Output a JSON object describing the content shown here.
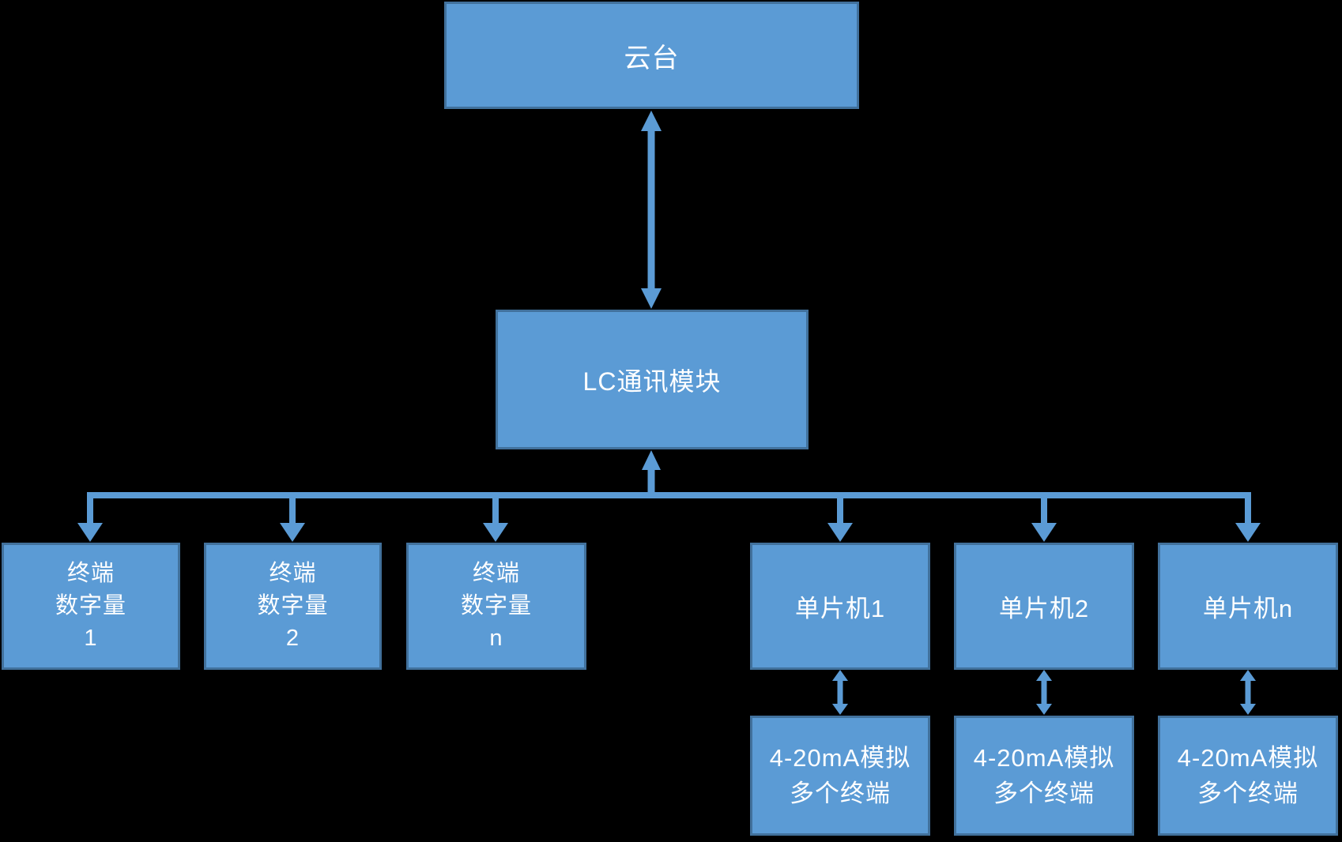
{
  "colors": {
    "background": "#000000",
    "box_fill": "#5B9BD5",
    "box_border": "#41719C",
    "connector": "#5B9BD5",
    "text": "#FFFFFF"
  },
  "diagram": {
    "type": "flowchart",
    "cloud": {
      "label": "云台"
    },
    "lc_module": {
      "label": "LC通讯模块"
    },
    "terminals": [
      {
        "line1": "终端",
        "line2": "数字量",
        "line3": "1"
      },
      {
        "line1": "终端",
        "line2": "数字量",
        "line3": "2"
      },
      {
        "line1": "终端",
        "line2": "数字量",
        "line3": "n"
      }
    ],
    "mcus": [
      {
        "label": "单片机1"
      },
      {
        "label": "单片机2"
      },
      {
        "label": "单片机n"
      }
    ],
    "analog_terminals": [
      {
        "line1": "4-20mA模拟",
        "line2": "多个终端"
      },
      {
        "line1": "4-20mA模拟",
        "line2": "多个终端"
      },
      {
        "line1": "4-20mA模拟",
        "line2": "多个终端"
      }
    ]
  }
}
